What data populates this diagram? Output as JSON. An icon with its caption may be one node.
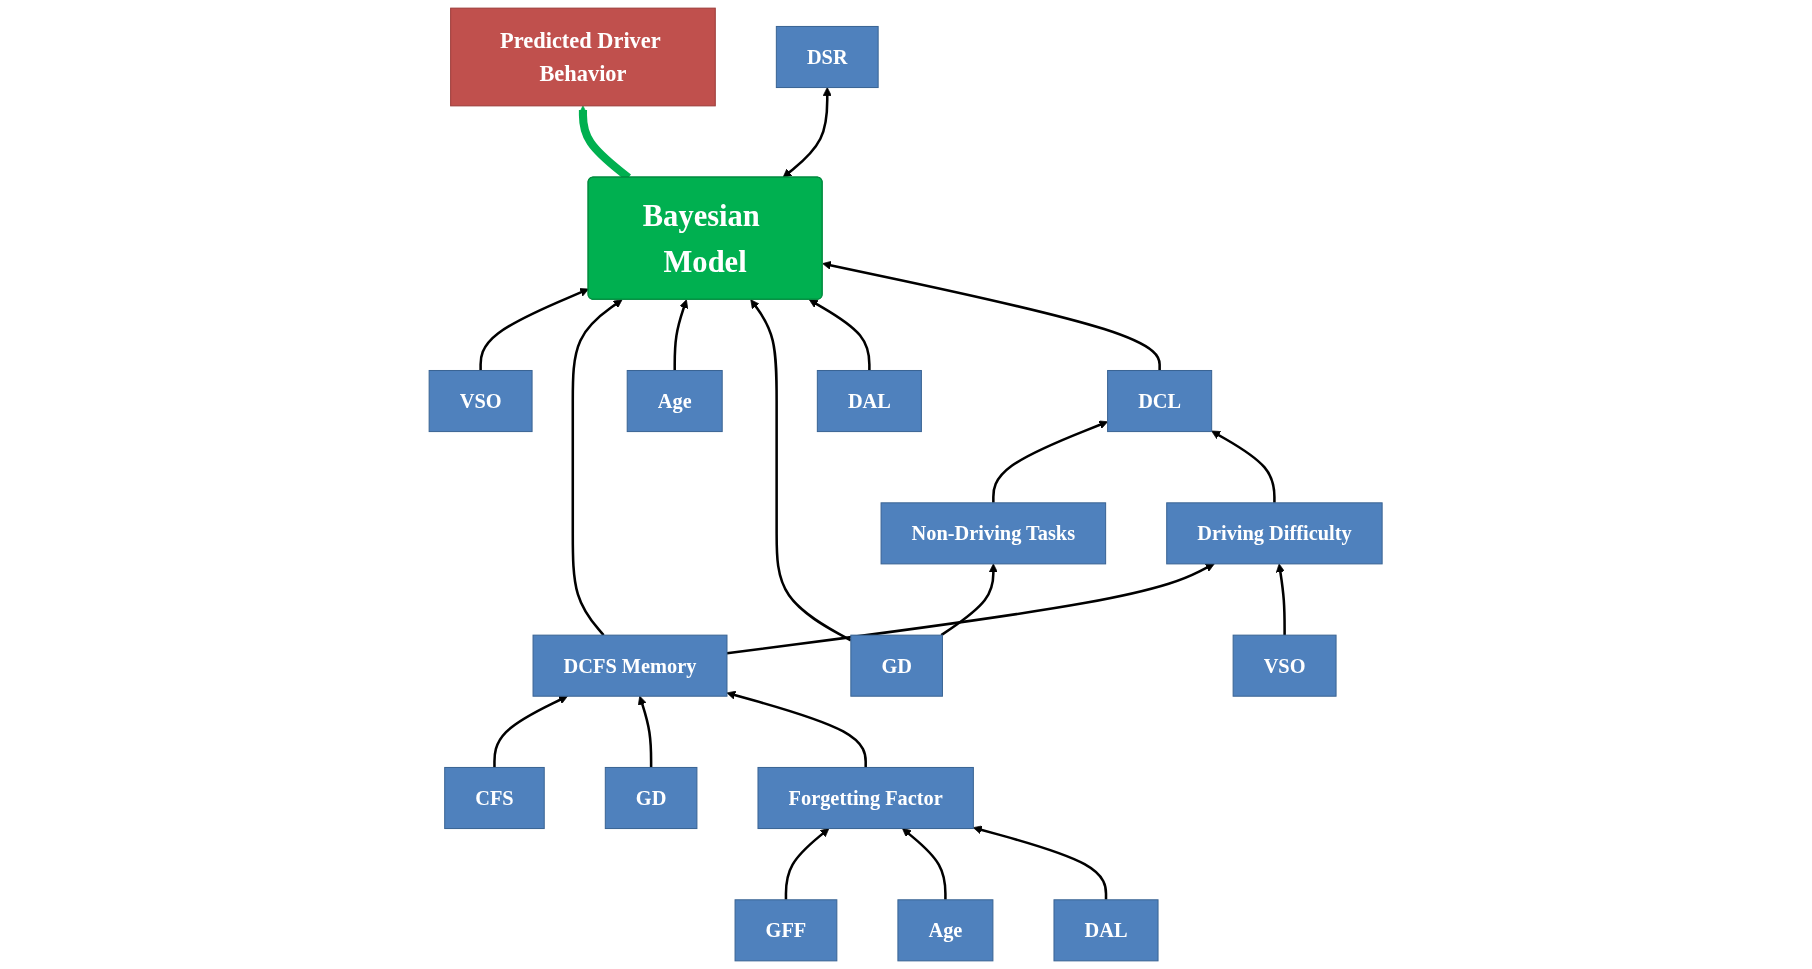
{
  "diagram": {
    "nodes": [
      {
        "text": [
          "Predicted Driver Behavior"
        ]
      },
      {
        "text": [
          "VSO"
        ]
      },
      {
        "text": [
          "CFS"
        ]
      },
      {
        "text": [
          "GD"
        ]
      },
      {
        "text": [
          "DCFS Memory"
        ]
      },
      {
        "text": [
          "Forgetting Factor"
        ]
      },
      {
        "text": [
          "GFF"
        ]
      },
      {
        "text": [
          "Age"
        ]
      },
      {
        "text": [
          "DAL"
        ]
      },
      {
        "text": [
          "Bayesian Model"
        ]
      },
      {
        "text": [
          "DSR"
        ]
      },
      {
        "text": [
          "Age"
        ]
      },
      {
        "text": [
          "GD"
        ]
      },
      {
        "text": [
          "DAL"
        ]
      },
      {
        "text": [
          "DCL"
        ]
      },
      {
        "text": [
          "Non-Driving Tasks"
        ]
      },
      {
        "text": [
          "Driving Difficulty"
        ]
      },
      {
        "text": [
          "VSO"
        ]
      }
    ],
    "edges": [
      {
        "from": 9,
        "to": 0,
        "arrow": "to",
        "style": "thick",
        "color": "#00b050"
      },
      {
        "from": 1,
        "to": 9,
        "arrow": "to"
      },
      {
        "from": 2,
        "to": 4,
        "arrow": "to"
      },
      {
        "from": 3,
        "to": 4,
        "arrow": "to"
      },
      {
        "from": 5,
        "to": 4,
        "arrow": "to"
      },
      {
        "from": 6,
        "to": 5,
        "arrow": "to"
      },
      {
        "from": 7,
        "to": 5,
        "arrow": "to"
      },
      {
        "from": 8,
        "to": 5,
        "arrow": "to"
      },
      {
        "from": 4,
        "to": 9,
        "arrow": "to"
      },
      {
        "from": 4,
        "to": 16,
        "arrow": "to"
      },
      {
        "from": 9,
        "to": 10,
        "arrow": "both"
      },
      {
        "from": 11,
        "to": 9,
        "arrow": "to"
      },
      {
        "from": 12,
        "to": 9,
        "arrow": "to"
      },
      {
        "from": 12,
        "to": 15,
        "arrow": "to"
      },
      {
        "from": 13,
        "to": 9,
        "arrow": "to"
      },
      {
        "from": 14,
        "to": 9,
        "arrow": "to"
      },
      {
        "from": 15,
        "to": 14,
        "arrow": "to"
      },
      {
        "from": 16,
        "to": 14,
        "arrow": "to"
      },
      {
        "from": 17,
        "to": 16,
        "arrow": "to"
      }
    ]
  }
}
